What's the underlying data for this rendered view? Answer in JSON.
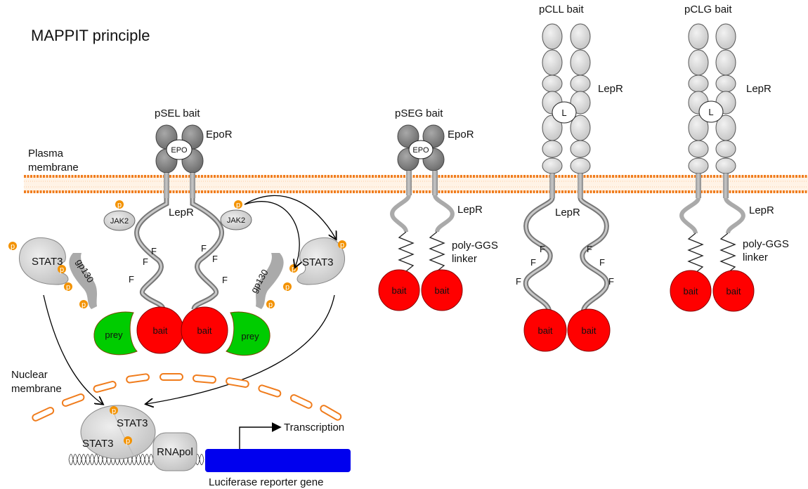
{
  "title": "MAPPIT principle",
  "labels": {
    "plasma_membrane": [
      "Plasma",
      "membrane"
    ],
    "nuclear_membrane": [
      "Nuclear",
      "membrane"
    ],
    "transcription": "Transcription",
    "reporter_gene": "Luciferase reporter gene",
    "rnapol": "RNApol",
    "stat3": "STAT3",
    "jak2": "JAK2",
    "gp130": "gp130",
    "prey": "prey",
    "bait": "bait",
    "phospho": "p",
    "f_site": "F",
    "epo": "EPO",
    "leptin": "L",
    "epor": "EpoR",
    "lepr": "LepR",
    "linker": [
      "poly-GGS",
      "linker"
    ]
  },
  "constructs": [
    {
      "id": "pSEL",
      "label": "pSEL bait",
      "extracellular": "EpoR",
      "ligand": "EPO",
      "intracellular": "LepR",
      "linker": false,
      "f_sites": true
    },
    {
      "id": "pSEG",
      "label": "pSEG bait",
      "extracellular": "EpoR",
      "ligand": "EPO",
      "intracellular": "LepR",
      "linker": true,
      "f_sites": false
    },
    {
      "id": "pCLL",
      "label": "pCLL bait",
      "extracellular": "LepR",
      "ligand": "L",
      "intracellular": "LepR",
      "linker": false,
      "f_sites": true
    },
    {
      "id": "pCLG",
      "label": "pCLG bait",
      "extracellular": "LepR",
      "ligand": "L",
      "intracellular": "LepR",
      "linker": true,
      "f_sites": false
    }
  ],
  "colors": {
    "membrane": "#f07c1c",
    "bait": "#ff0000",
    "prey": "#00cc00",
    "reporter": "#0000ee",
    "phospho": "#f39200",
    "receptor_dark": "#7a7a7a",
    "receptor_light": "#d8d8d8"
  }
}
